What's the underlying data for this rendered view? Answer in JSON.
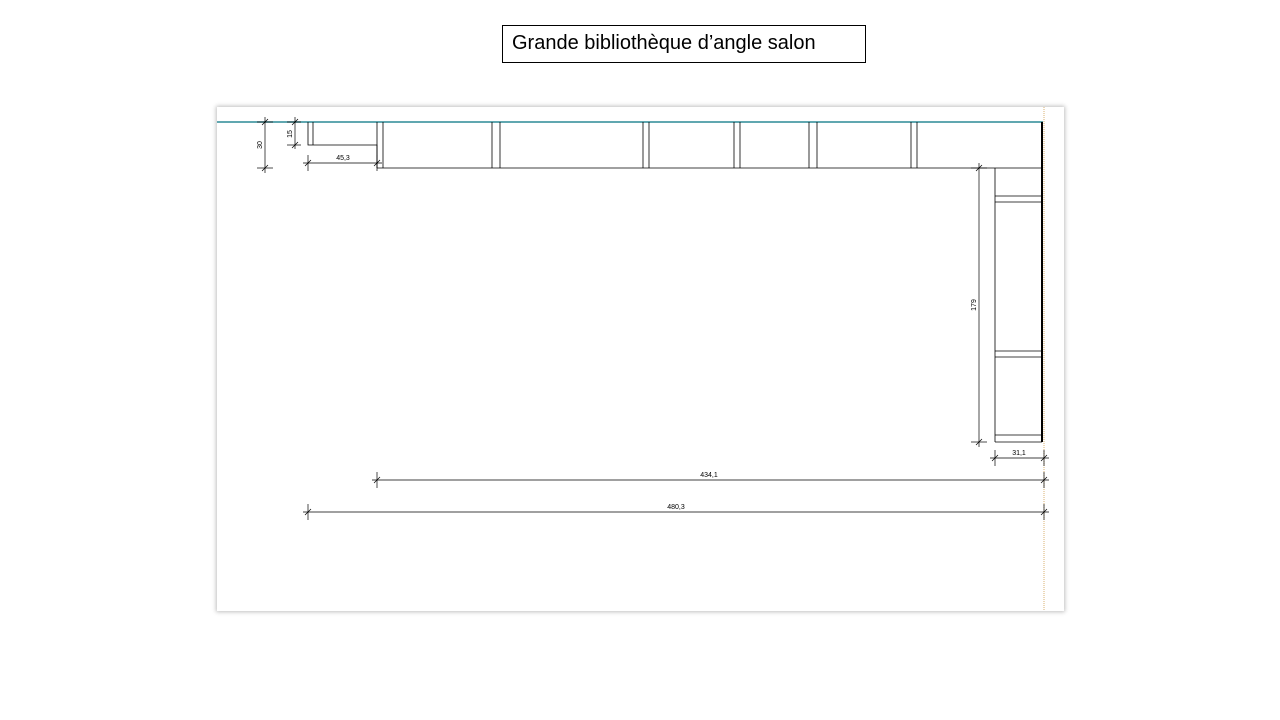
{
  "title": "Grande bibliothèque d’angle salon",
  "dimensions": {
    "d30": "30",
    "d15": "15",
    "d45_3": "45,3",
    "d179": "179",
    "d31_1": "31,1",
    "d434_1": "434,1",
    "d480_3": "480,3"
  },
  "colors": {
    "wall_line": "#2b8a96",
    "guide_line": "#d8b070",
    "drawing": "#000000"
  }
}
